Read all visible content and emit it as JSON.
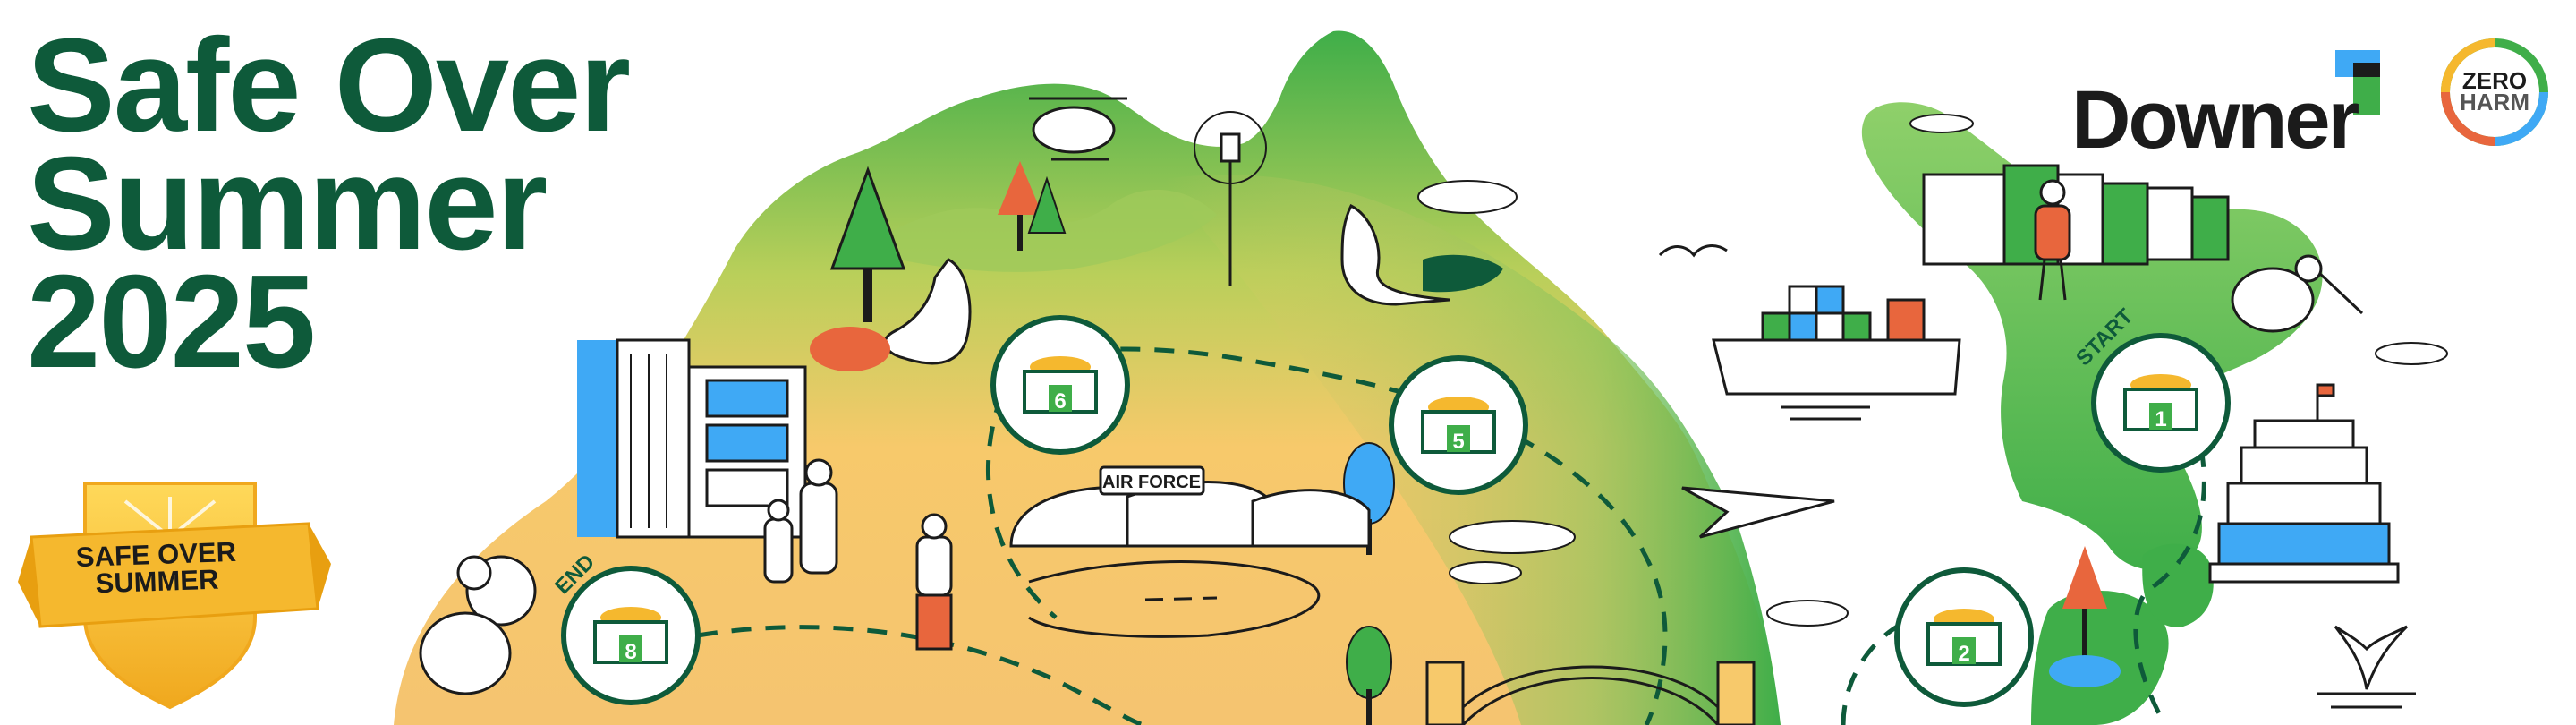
{
  "header": {
    "title_lines": [
      "Safe Over",
      "Summer",
      "2025"
    ]
  },
  "logos": {
    "brand": "Downer",
    "zero_harm_line1": "ZERO",
    "zero_harm_line2": "HARM"
  },
  "badge": {
    "line1": "SAFE OVER",
    "line2": "SUMMER"
  },
  "map": {
    "start_label": "START",
    "end_label": "END",
    "hangar_sign": "AIR FORCE",
    "checkpoints": [
      "1",
      "2",
      "5",
      "6",
      "8"
    ]
  },
  "colors": {
    "title_green": "#0e5a3a",
    "map_green": "#3fae49",
    "map_yellow": "#f7c96b",
    "accent_blue": "#3fa9f5",
    "accent_orange": "#e8663d",
    "badge_gold": "#f5b82e"
  }
}
